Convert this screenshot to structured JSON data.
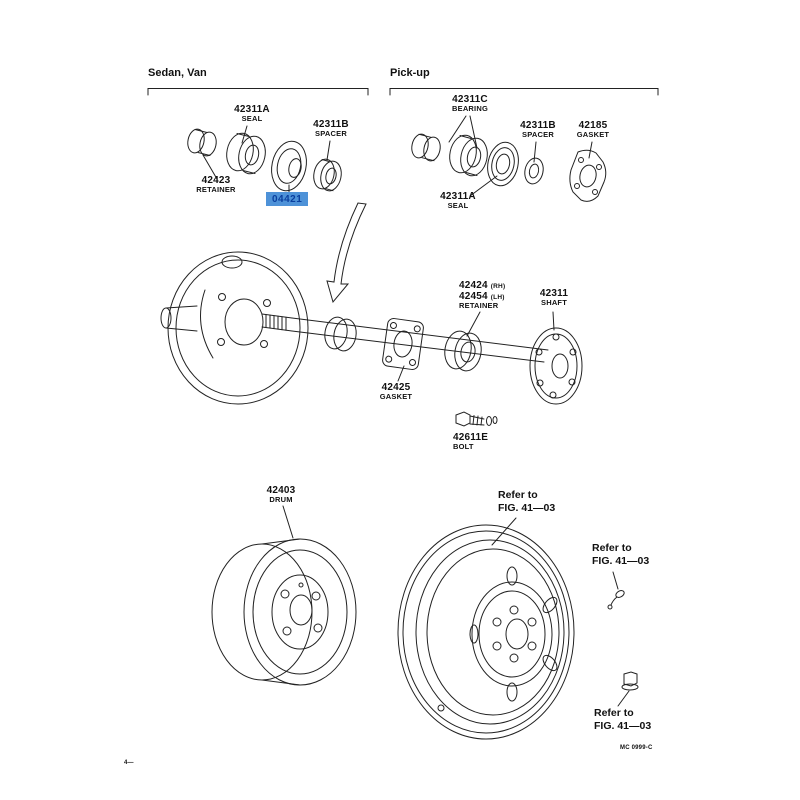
{
  "colors": {
    "background": "#ffffff",
    "line": "#222222",
    "text": "#111111",
    "highlight_bg": "#4e92d8",
    "highlight_text": "#0a3f9e"
  },
  "sections": {
    "sedan_van": "Sedan, Van",
    "pickup": "Pick-up"
  },
  "parts": {
    "seal_sedan": {
      "num": "42311A",
      "name": "SEAL"
    },
    "spacer_sedan": {
      "num": "42311B",
      "name": "SPACER"
    },
    "retainer_sedan": {
      "num": "42423",
      "name": "RETAINER"
    },
    "highlighted": {
      "num": "04421"
    },
    "bearing_pickup": {
      "num": "42311C",
      "name": "BEARING"
    },
    "spacer_pickup": {
      "num": "42311B",
      "name": "SPACER"
    },
    "gasket_pickup": {
      "num": "42185",
      "name": "GASKET"
    },
    "seal_pickup": {
      "num": "42311A",
      "name": "SEAL"
    },
    "retainer_rh": {
      "num": "42424",
      "suffix": "(RH)"
    },
    "retainer_lh": {
      "num": "42454",
      "suffix": "(LH)"
    },
    "retainer_label": {
      "name": "RETAINER"
    },
    "shaft": {
      "num": "42311",
      "name": "SHAFT"
    },
    "gasket_axle": {
      "num": "42425",
      "name": "GASKET"
    },
    "bolt": {
      "num": "42611E",
      "name": "BOLT"
    },
    "drum": {
      "num": "42403",
      "name": "DRUM"
    }
  },
  "references": {
    "line1": "Refer to",
    "line2": "FIG. 41—03"
  },
  "footer": {
    "doc_code": "MC 0999-C",
    "page_mark": "4—"
  }
}
